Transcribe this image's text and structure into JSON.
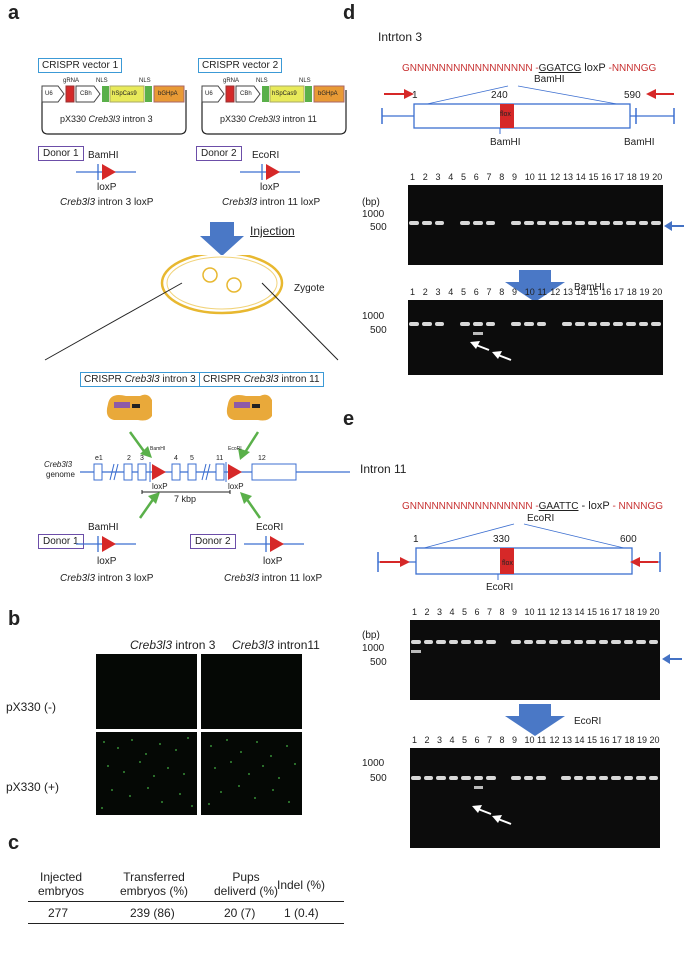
{
  "panels": {
    "a": "a",
    "b": "b",
    "c": "c",
    "d": "d",
    "e": "e"
  },
  "a": {
    "vec1": "CRISPR vector 1",
    "vec2": "CRISPR vector 2",
    "u6": "U6",
    "grna": "gRNA",
    "cbh": "CBh",
    "nls": "NLS",
    "cas9": "hSpCas9",
    "bgh": "bGHpA",
    "px1a": "pX330 ",
    "px1b": "Creb3l3",
    "px1c": " intron 3",
    "px2a": "pX330 ",
    "px2b": "Creb3l3",
    "px2c": " intron 11",
    "donor1": "Donor 1",
    "donor2": "Donor 2",
    "bamhi": "BamHI",
    "ecori": "EcoRI",
    "loxp": "loxP",
    "int3a": "Creb3l3",
    "int3b": " intron 3 loxP",
    "int11a": "Creb3l3",
    "int11b": " intron 11 loxP",
    "injection": "Injection",
    "zygote": "Zygote",
    "cr3a": "CRISPR ",
    "cr3b": "Creb3l3",
    "cr3c": " intron 3",
    "cr11a": "CRISPR ",
    "cr11b": "Creb3l3",
    "cr11c": " intron 11",
    "genome1": "Creb3l3",
    "genome2": "genome",
    "exons": [
      "e1",
      "2",
      "3",
      "4",
      "5",
      "11",
      "12"
    ],
    "kbp": "7 kbp"
  },
  "b": {
    "col1a": "Creb3l3",
    "col1b": " intron 3",
    "col2a": "Creb3l3",
    "col2b": " intron11",
    "row1": "pX330 (-)",
    "row2": "pX330 (+)"
  },
  "c": {
    "h1a": "Injected",
    "h1b": "embryos",
    "h2a": "Transferred",
    "h2b": "embryos (%)",
    "h3a": "Pups",
    "h3b": "deliverd (%)",
    "h4": "Indel (%)",
    "v1": "277",
    "v2": "239 (86)",
    "v3": "20 (7)",
    "v4": "1 (0.4)"
  },
  "d": {
    "title": "Intrton 3",
    "seq1": "GNNNNNNNNNNNNNNNNN -",
    "site": "GGATCG",
    "seq2": " loxP",
    "seq3": " -NNNNGG",
    "site_name": "BamHI",
    "pos1": "1",
    "pos2": "240",
    "pos3": "590",
    "flox": "flox",
    "bam1": "BamHI",
    "bam2": "BamHI",
    "bp": "(bp)",
    "m1000": "1000",
    "m500": "500",
    "lanes": [
      "1",
      "2",
      "3",
      "4",
      "5",
      "6",
      "7",
      "8",
      "9",
      "10",
      "11",
      "12",
      "13",
      "14",
      "15",
      "16",
      "17",
      "18",
      "19",
      "20"
    ],
    "digest": "BamHI"
  },
  "e": {
    "title": "Intron 11",
    "seq1": "GNNNNNNNNNNNNNNNNN -",
    "site": "GAATTC",
    "seq2": " - loxP",
    "seq3": " - NNNNGG",
    "site_name": "EcoRI",
    "pos1": "1",
    "pos2": "330",
    "pos3": "600",
    "flox": "flox",
    "eco": "EcoRI",
    "bp": "(bp)",
    "m1000": "1000",
    "m500": "500",
    "lanes": [
      "1",
      "2",
      "3",
      "4",
      "5",
      "6",
      "7",
      "8",
      "9",
      "10",
      "11",
      "12",
      "13",
      "14",
      "15",
      "16",
      "17",
      "18",
      "19",
      "20"
    ],
    "digest": "EcoRI"
  },
  "colors": {
    "blue": "#3c9ad6",
    "purple": "#6c4ea8",
    "red": "#c83232",
    "green": "#5ab04a",
    "arrow": "#4472c4",
    "egg": "#e8b830"
  }
}
